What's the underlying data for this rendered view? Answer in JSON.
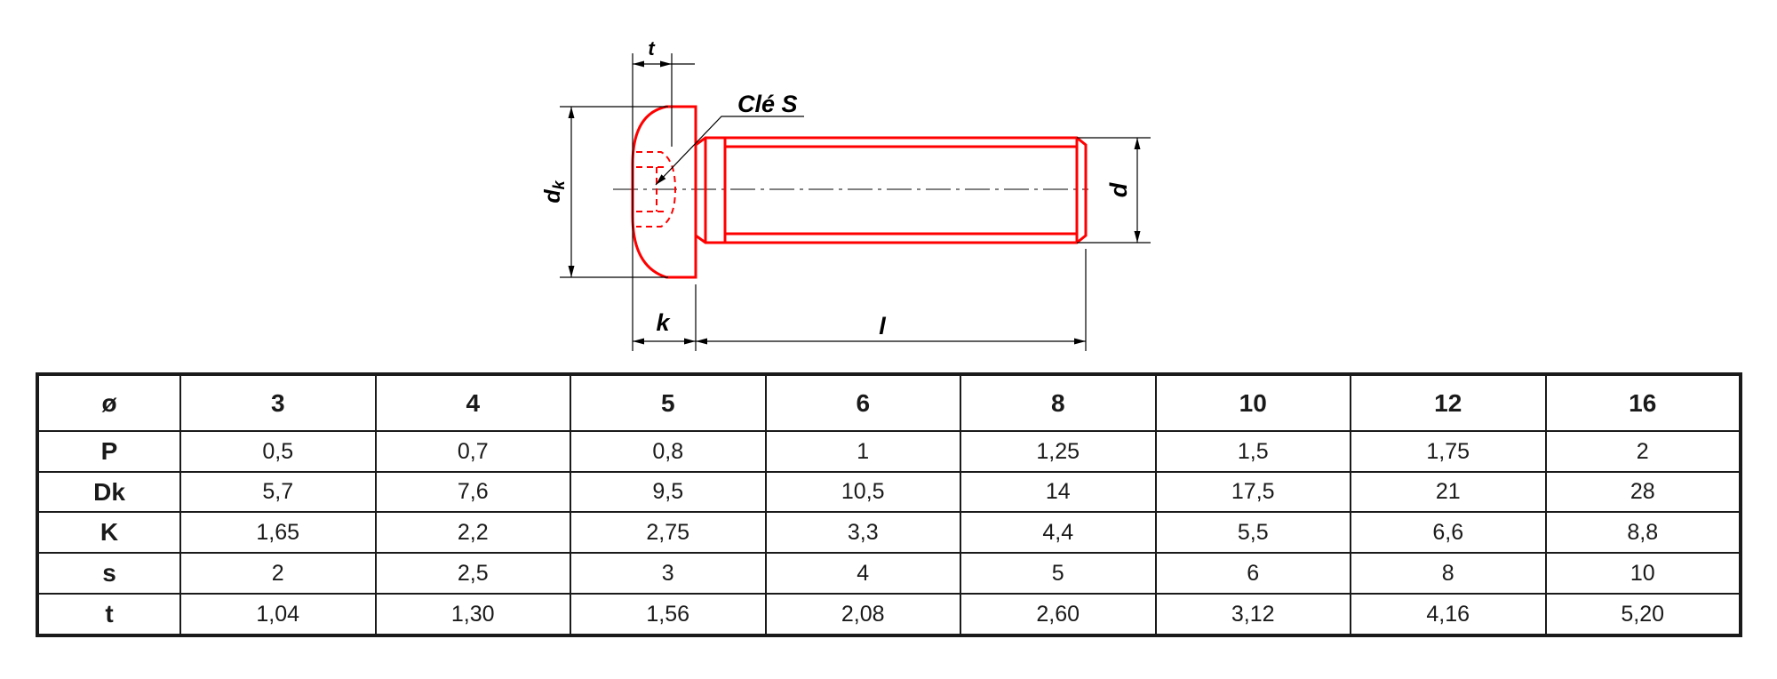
{
  "drawing": {
    "colors": {
      "part": "#ff0000",
      "dimension": "#000000",
      "hidden": "#ff0000"
    },
    "labels": {
      "t": "t",
      "key": "Clé S",
      "dk": "dk",
      "d": "d",
      "k": "k",
      "l": "l"
    }
  },
  "table": {
    "header_label": "ø",
    "sizes": [
      "3",
      "4",
      "5",
      "6",
      "8",
      "10",
      "12",
      "16"
    ],
    "rows": [
      {
        "label": "P",
        "values": [
          "0,5",
          "0,7",
          "0,8",
          "1",
          "1,25",
          "1,5",
          "1,75",
          "2"
        ]
      },
      {
        "label": "Dk",
        "values": [
          "5,7",
          "7,6",
          "9,5",
          "10,5",
          "14",
          "17,5",
          "21",
          "28"
        ]
      },
      {
        "label": "K",
        "values": [
          "1,65",
          "2,2",
          "2,75",
          "3,3",
          "4,4",
          "5,5",
          "6,6",
          "8,8"
        ]
      },
      {
        "label": "s",
        "values": [
          "2",
          "2,5",
          "3",
          "4",
          "5",
          "6",
          "8",
          "10"
        ]
      },
      {
        "label": "t",
        "values": [
          "1,04",
          "1,30",
          "1,56",
          "2,08",
          "2,60",
          "3,12",
          "4,16",
          "5,20"
        ]
      }
    ]
  }
}
